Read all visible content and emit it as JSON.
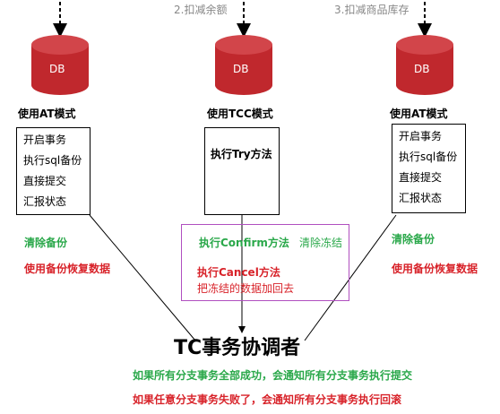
{
  "steps": {
    "step2": "2.扣减余额",
    "step3": "3.扣减商品库存"
  },
  "db": {
    "label": "DB",
    "color": "#c0282d"
  },
  "left": {
    "mode": "使用AT模式",
    "box_lines": [
      "开启事务",
      "执行sql备份",
      "直接提交",
      "汇报状态"
    ],
    "clear": "清除备份",
    "restore": "使用备份恢复数据"
  },
  "middle": {
    "mode": "使用TCC模式",
    "box_title": "执行Try方法",
    "confirm": "执行Confirm方法",
    "freeze_clear": "清除冻结",
    "cancel": "执行Cancel方法",
    "restore": "把冻结的数据加回去"
  },
  "right": {
    "mode": "使用AT模式",
    "box_lines": [
      "开启事务",
      "执行sql备份",
      "直接提交",
      "汇报状态"
    ],
    "clear": "清除备份",
    "restore": "使用备份恢复数据"
  },
  "coordinator": {
    "title": "TC事务协调者",
    "success": "如果所有分支事务全部成功，会通知所有分支事务执行提交",
    "failure": "如果任意分支事务失败了，会通知所有分支事务执行回滚"
  },
  "colors": {
    "green": "#2aa84a",
    "red": "#d8232a",
    "purple": "#b04fc0"
  }
}
